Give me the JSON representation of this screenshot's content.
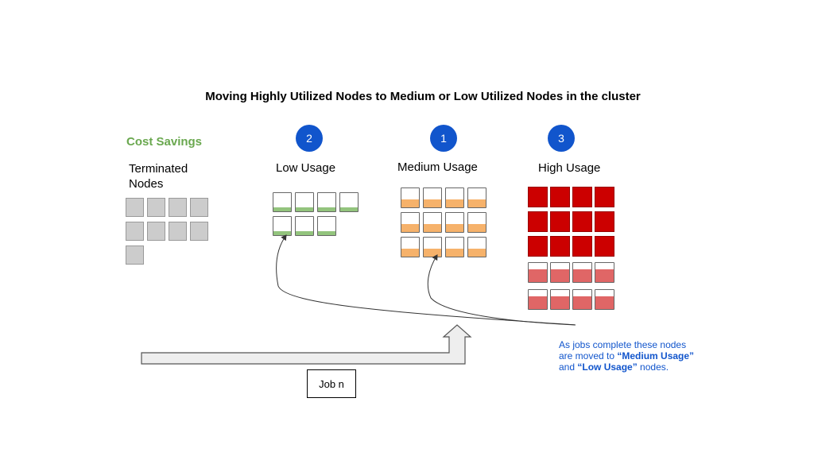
{
  "title": "Moving Highly Utilized Nodes to Medium or Low Utilized Nodes in the cluster",
  "cost_savings": "Cost Savings",
  "groups": {
    "terminated": {
      "label": "Terminated Nodes",
      "count": 9
    },
    "low": {
      "badge": "2",
      "label": "Low Usage",
      "count": 7,
      "fill_fraction": 0.2
    },
    "medium": {
      "badge": "1",
      "label": "Medium Usage",
      "count": 12,
      "fill_fraction": 0.4
    },
    "high": {
      "badge": "3",
      "label": "High Usage",
      "full_count": 12,
      "partial_count": 8,
      "partial_fill_fraction": 0.65
    }
  },
  "job_label": "Job n",
  "note": {
    "line1": "As jobs complete these nodes are moved to ",
    "medium": "“Medium Usage”",
    "and": " and ",
    "low": "“Low Usage”",
    "tail": " nodes."
  },
  "colors": {
    "cost_green": "#6aa84f",
    "badge_blue": "#1155cc",
    "low_fill": "#93c47d",
    "medium_fill": "#f6b26b",
    "high_full": "#cc0000",
    "high_partial": "#e06666",
    "terminated": "#cccccc",
    "note_blue": "#1155cc"
  }
}
